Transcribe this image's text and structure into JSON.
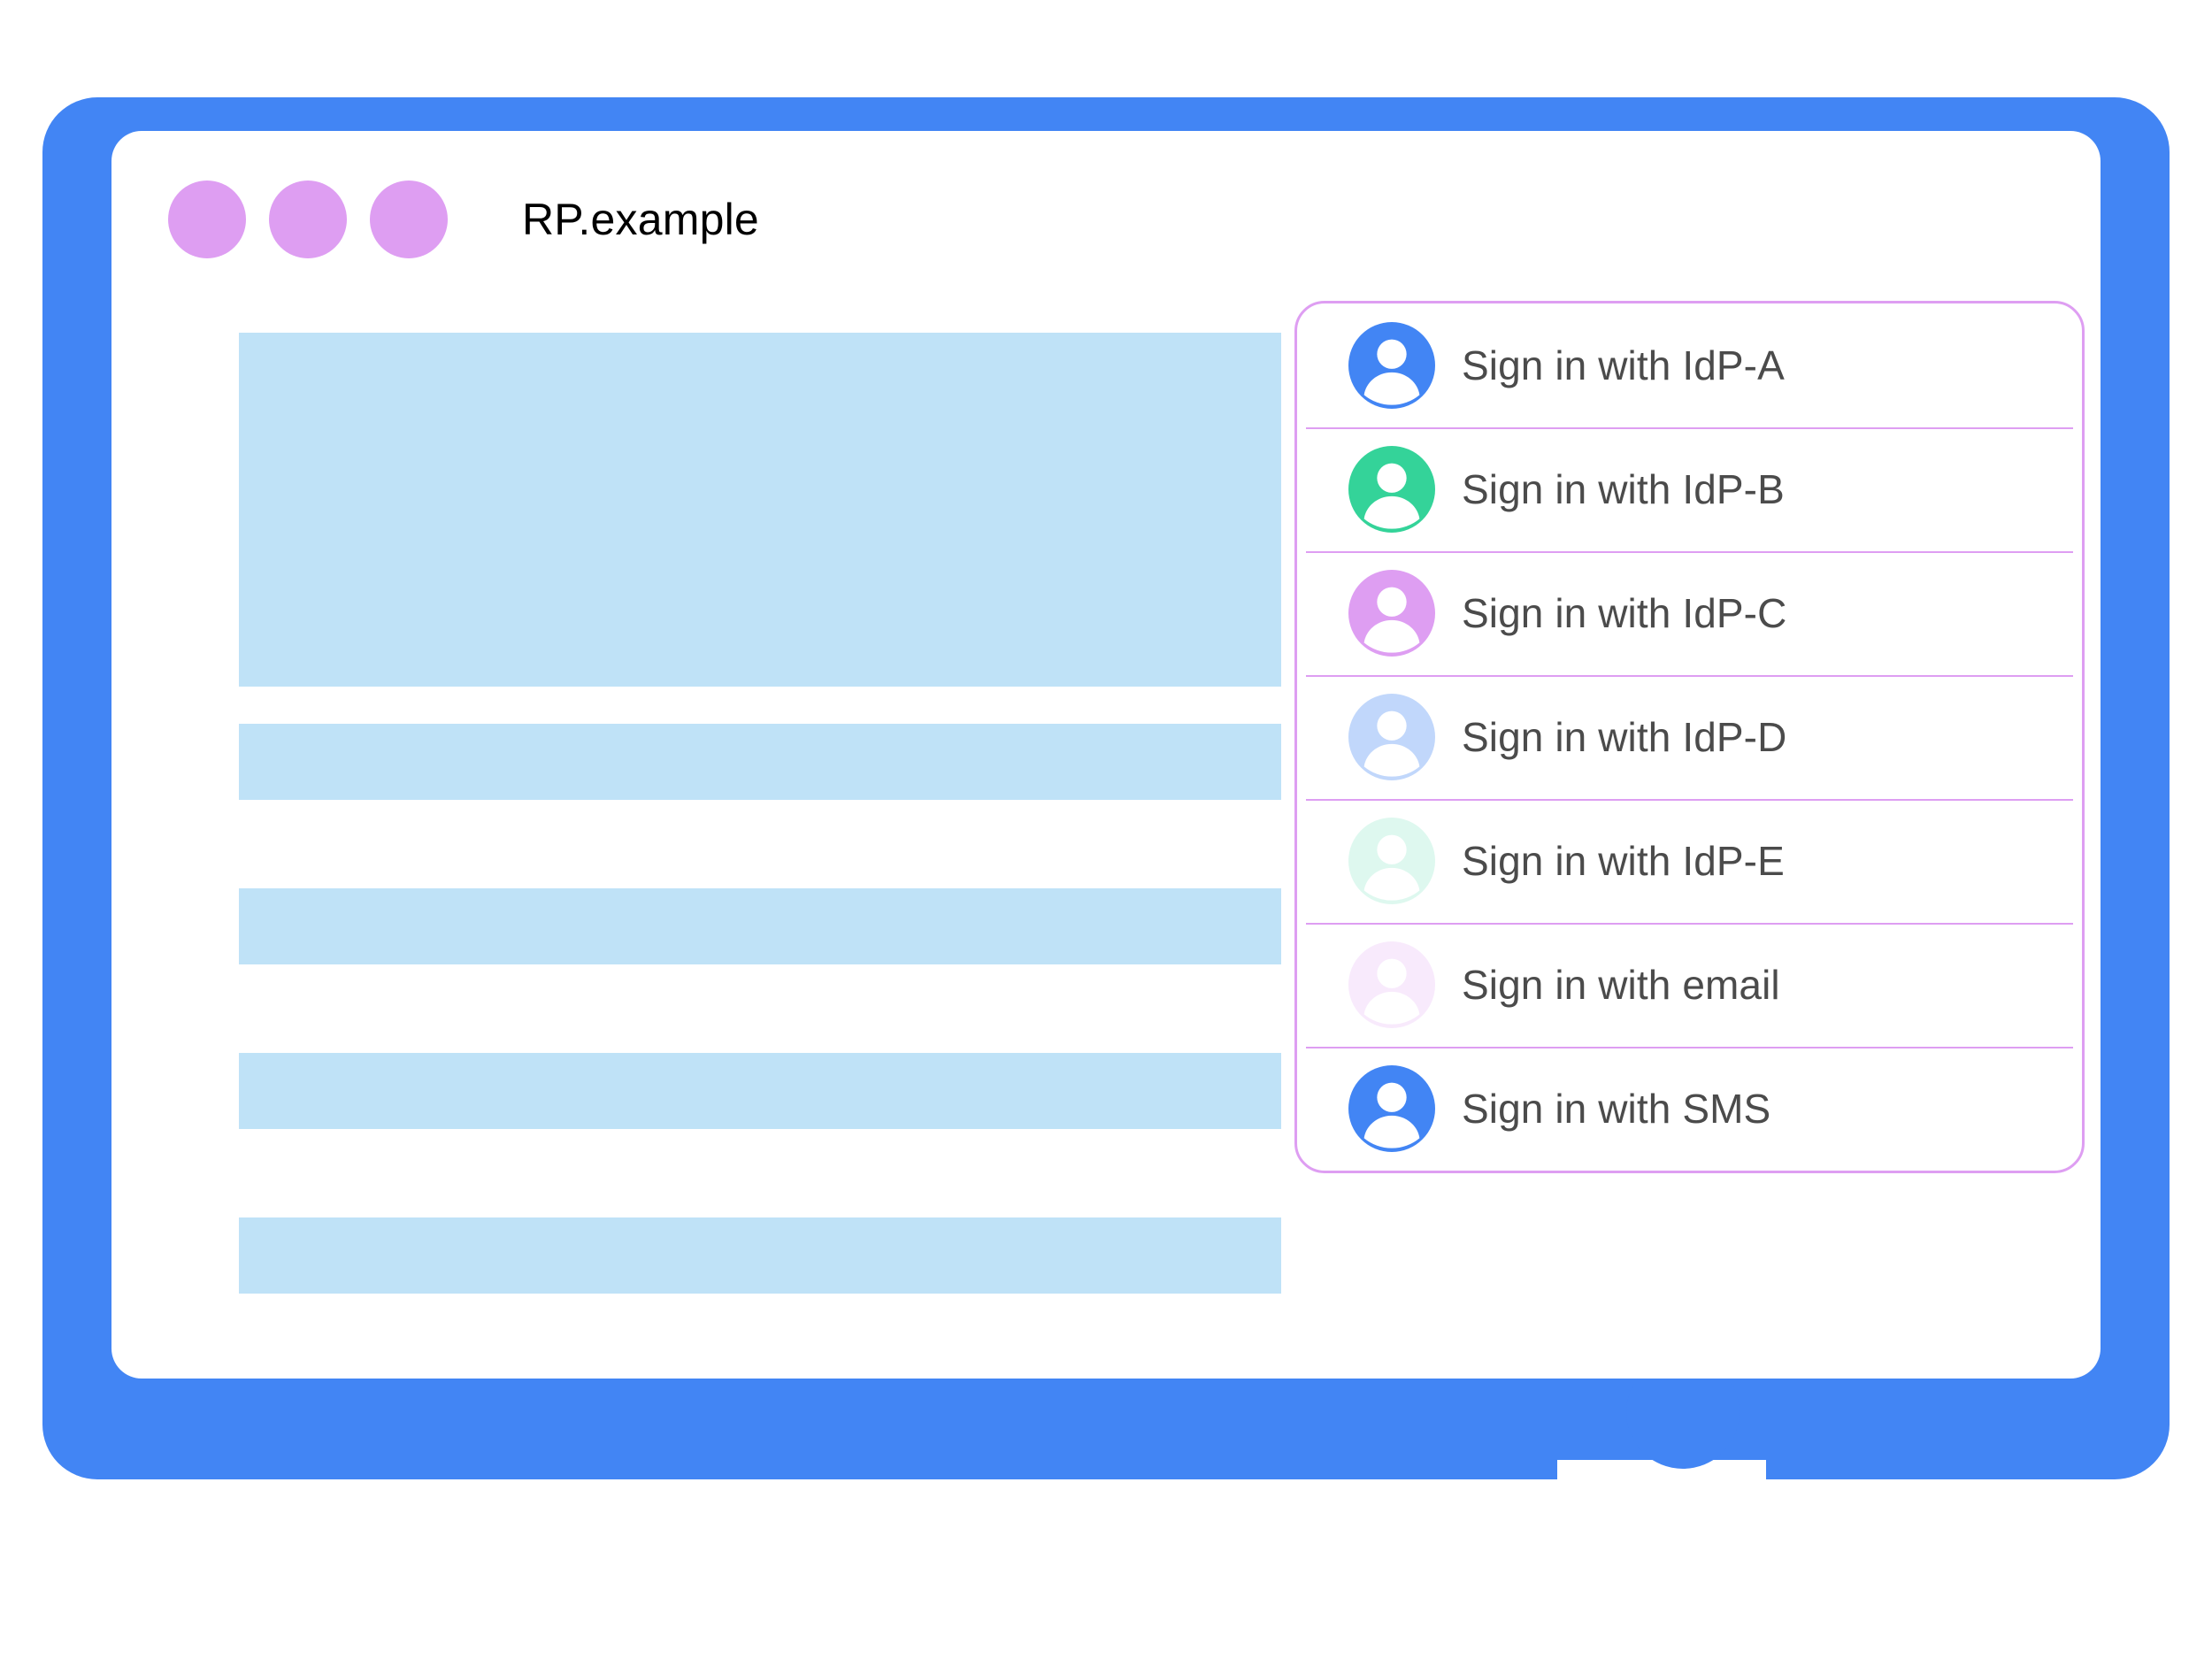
{
  "window": {
    "title": "RP.example",
    "dot_color": "#DE9EF2",
    "dots": [
      "window-dot-1",
      "window-dot-2",
      "window-dot-3"
    ]
  },
  "frame": {
    "color": "#4285F4"
  },
  "content": {
    "placeholder_color": "#BFE2F7",
    "blocks": [
      {
        "name": "hero-placeholder",
        "kind": "hero"
      },
      {
        "name": "text-line-placeholder-1",
        "kind": "bar"
      },
      {
        "name": "text-line-placeholder-2",
        "kind": "bar"
      },
      {
        "name": "text-line-placeholder-3",
        "kind": "bar"
      },
      {
        "name": "text-line-placeholder-4",
        "kind": "bar"
      }
    ]
  },
  "account_panel": {
    "border_color": "#DE9EF2",
    "divider_color": "#DE9EF2",
    "label_color": "#4B4B4B",
    "rows": [
      {
        "label": "Sign in with IdP-A",
        "avatar_color": "#4285F4",
        "avatar_opacity": 1,
        "icon": "account-avatar-icon"
      },
      {
        "label": "Sign in with IdP-B",
        "avatar_color": "#34D399",
        "avatar_opacity": 1,
        "icon": "account-avatar-icon"
      },
      {
        "label": "Sign in with IdP-C",
        "avatar_color": "#DE9EF2",
        "avatar_opacity": 1,
        "icon": "account-avatar-icon"
      },
      {
        "label": "Sign in with IdP-D",
        "avatar_color": "#4285F4",
        "avatar_opacity": 0.33,
        "icon": "account-avatar-icon"
      },
      {
        "label": "Sign in with IdP-E",
        "avatar_color": "#34D399",
        "avatar_opacity": 0.16,
        "icon": "account-avatar-icon"
      },
      {
        "label": "Sign in with email",
        "avatar_color": "#DE9EF2",
        "avatar_opacity": 0.22,
        "icon": "account-avatar-icon"
      },
      {
        "label": "Sign in with SMS",
        "avatar_color": "#4285F4",
        "avatar_opacity": 1,
        "icon": "account-avatar-icon"
      }
    ]
  }
}
